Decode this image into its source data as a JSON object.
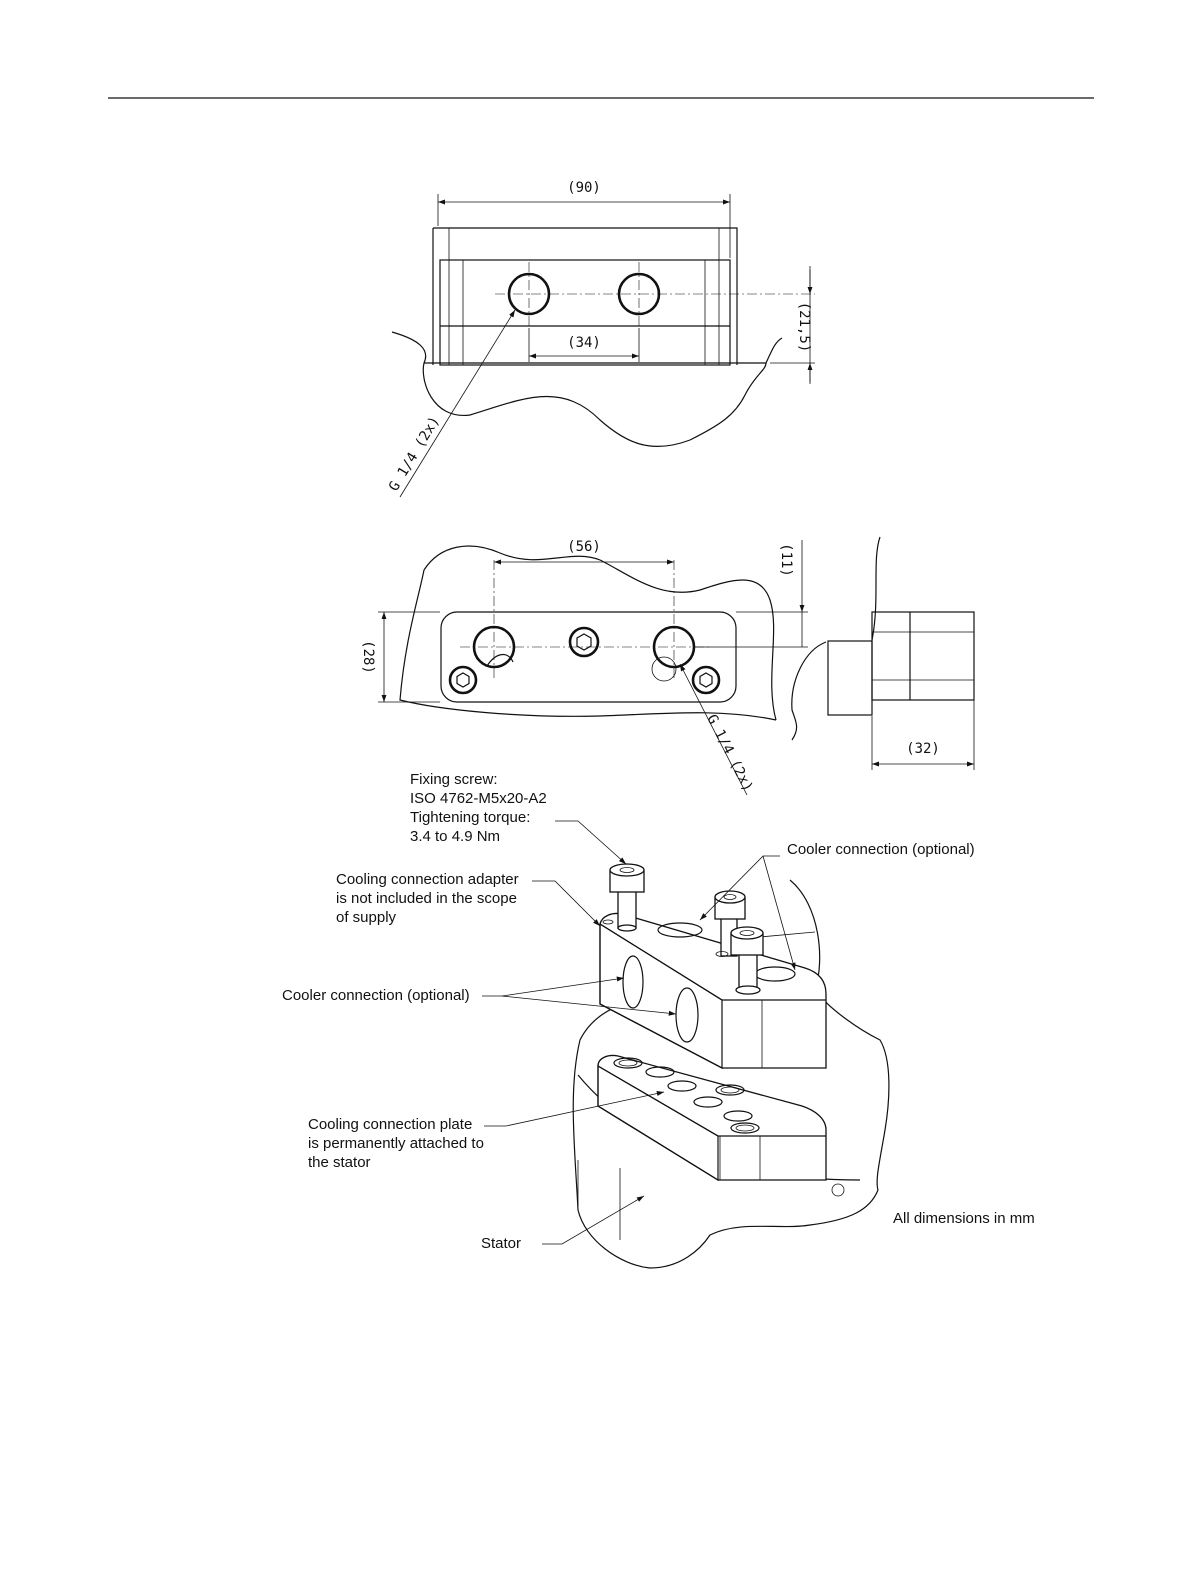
{
  "top_view": {
    "dim_width": "(90)",
    "dim_hole_spacing": "(34)",
    "dim_height": "(21,5)",
    "thread_label": "G 1/4 (2x)"
  },
  "bottom_view": {
    "dim_hole_spacing": "(56)",
    "dim_offset": "(11)",
    "dim_height": "(28)",
    "dim_side_depth": "(32)",
    "thread_label": "G 1/4 (2x)"
  },
  "iso_view": {
    "fixing_screw": [
      "Fixing screw:",
      "ISO 4762-M5x20-A2",
      "Tightening torque:",
      "3.4 to 4.9 Nm"
    ],
    "cooler_connection_top": "Cooler connection (optional)",
    "adapter_note": [
      "Cooling connection adapter",
      "is not included in the scope",
      "of supply"
    ],
    "cooler_connection_left": "Cooler connection (optional)",
    "plate_note": [
      "Cooling connection plate",
      "is permanently attached to",
      "the stator"
    ],
    "stator": "Stator",
    "units_note": "All dimensions in mm"
  }
}
